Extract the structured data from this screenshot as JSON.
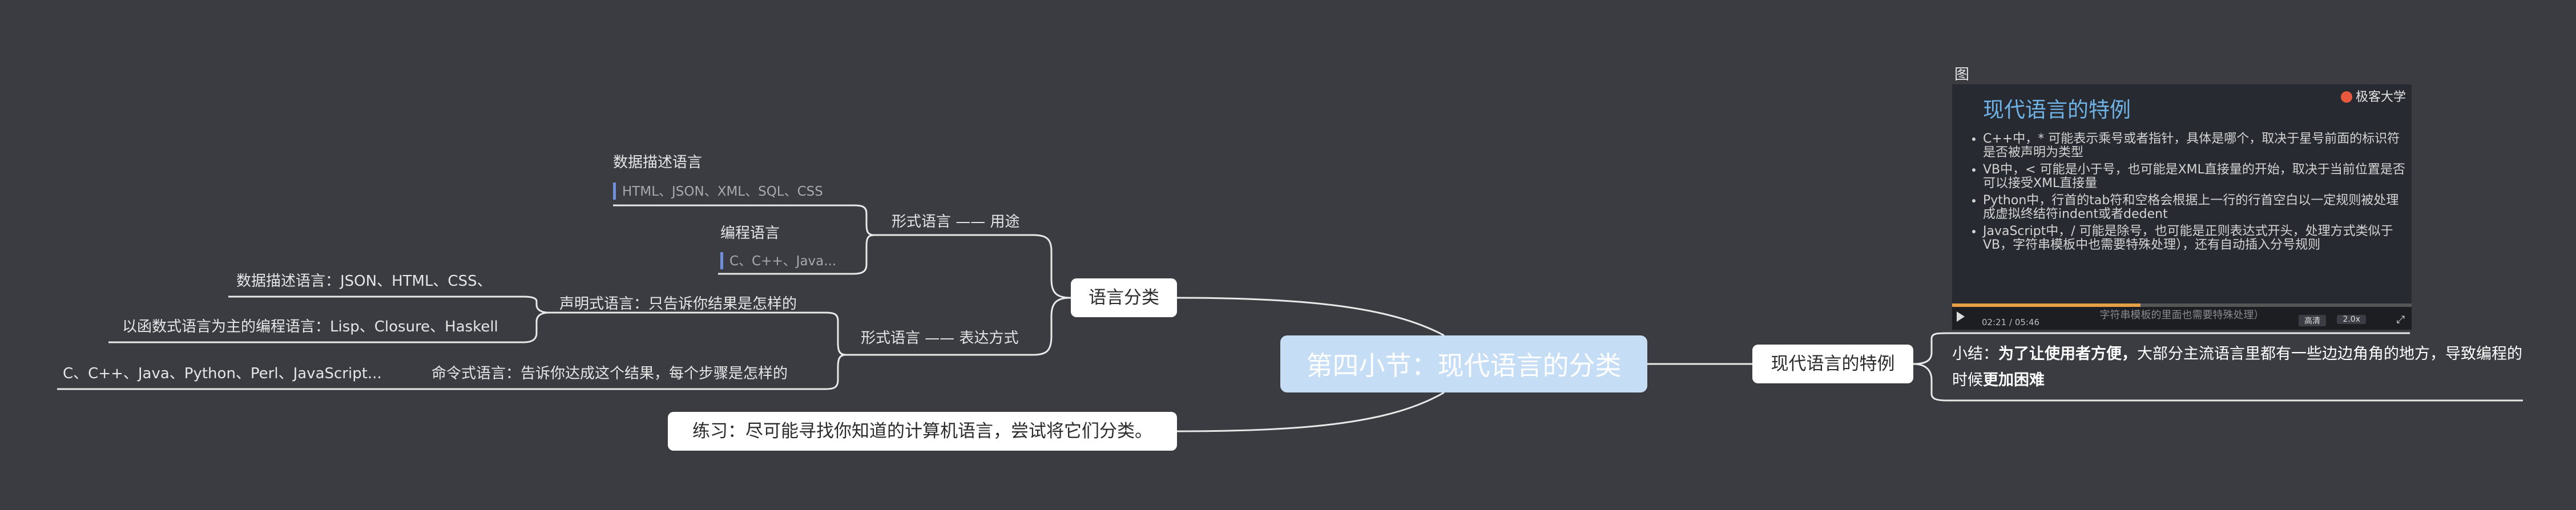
{
  "central": "第四小节：现代语言的分类",
  "left": {
    "lang_class": "语言分类",
    "form_purpose": "形式语言 —— 用途",
    "data_desc_lang": "数据描述语言",
    "data_desc_note": "HTML、JSON、XML、SQL、CSS",
    "prog_lang": "编程语言",
    "prog_note": "C、C++、Java...",
    "form_expression": "形式语言 —— 表达方式",
    "declarative": "声明式语言：只告诉你结果是怎样的",
    "declarative_data": "数据描述语言：JSON、HTML、CSS、",
    "declarative_func": "以函数式语言为主的编程语言：Lisp、Closure、Haskell",
    "imperative": "命令式语言：告诉你达成这个结果，每个步骤是怎样的",
    "imperative_list": "C、C++、Java、Python、Perl、JavaScript...",
    "exercise": "练习：尽可能寻找你知道的计算机语言，尝试将它们分类。"
  },
  "right": {
    "modern": "现代语言的特例",
    "pic_label": "图",
    "summary_prefix": "小结：",
    "summary_bold1": "为了让使用者方便，",
    "summary_mid": "大部分主流语言里都有一些边边角角的地方，导致编程的时候",
    "summary_bold2": "更加困难"
  },
  "slide": {
    "brand": "极客大学",
    "title": "现代语言的特例",
    "bullets": [
      "C++中，* 可能表示乘号或者指针，具体是哪个，取决于星号前面的标识符是否被声明为类型",
      "VB中，< 可能是小于号，也可能是XML直接量的开始，取决于当前位置是否可以接受XML直接量",
      "Python中，行首的tab符和空格会根据上一行的行首空白以一定规则被处理成虚拟终结符indent或者dedent",
      "JavaScript中，/ 可能是除号，也可能是正则表达式开头，处理方式类似于VB，字符串模板中也需要特殊处理），还有自动插入分号规则"
    ],
    "caption": "字符串模板的里面也需要特殊处理）",
    "time": "02:21 / 05:46",
    "quality": "高清",
    "speed": "2.0x",
    "progress": 0.41
  }
}
